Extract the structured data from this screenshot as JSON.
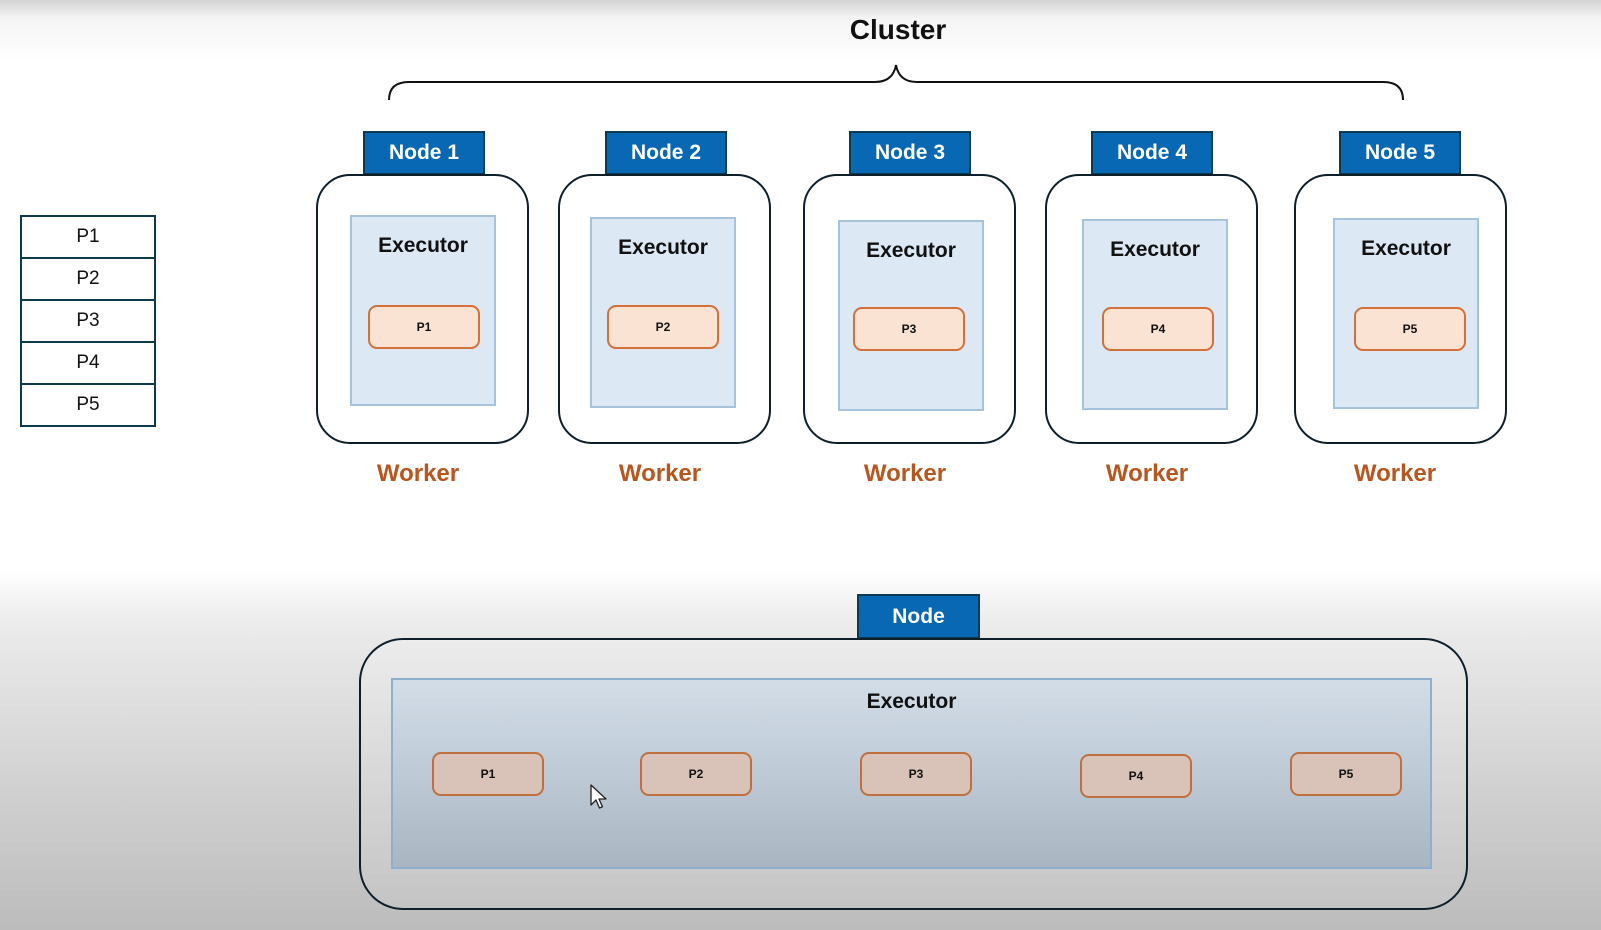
{
  "cluster": {
    "title": "Cluster"
  },
  "partition_table": {
    "rows": [
      "P1",
      "P2",
      "P3",
      "P4",
      "P5"
    ]
  },
  "nodes": [
    {
      "tab": "Node 1",
      "executor": "Executor",
      "partition": "P1",
      "role": "Worker"
    },
    {
      "tab": "Node 2",
      "executor": "Executor",
      "partition": "P2",
      "role": "Worker"
    },
    {
      "tab": "Node 3",
      "executor": "Executor",
      "partition": "P3",
      "role": "Worker"
    },
    {
      "tab": "Node 4",
      "executor": "Executor",
      "partition": "P4",
      "role": "Worker"
    },
    {
      "tab": "Node 5",
      "executor": "Executor",
      "partition": "P5",
      "role": "Worker"
    }
  ],
  "single_node": {
    "tab": "Node",
    "executor": "Executor",
    "partitions": [
      "P1",
      "P2",
      "P3",
      "P4",
      "P5"
    ]
  },
  "colors": {
    "node_tab": "#0868b4",
    "executor_fill": "#dce9f5",
    "partition_border": "#d4703a",
    "partition_fill": "#fbe3d3",
    "worker_text": "#b8561f"
  }
}
